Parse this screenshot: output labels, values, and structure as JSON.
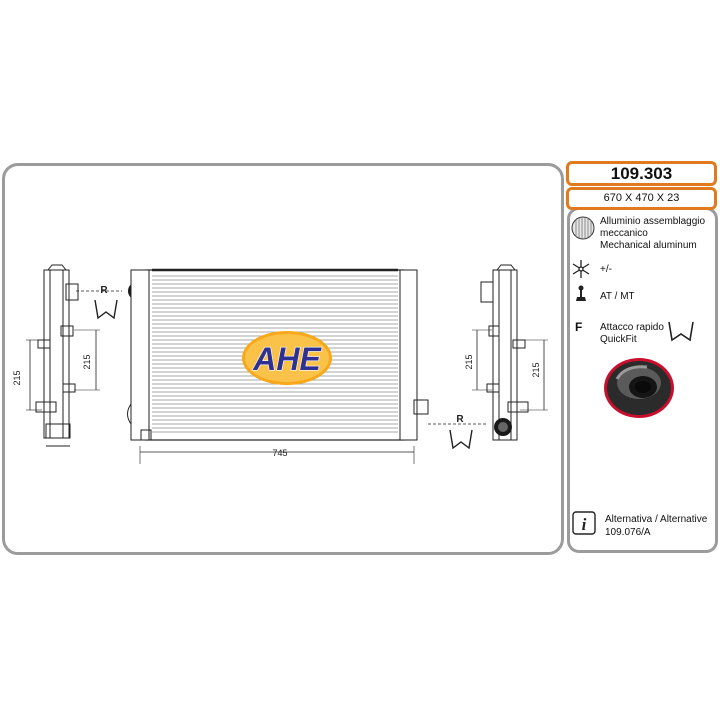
{
  "product": {
    "code": "109.303",
    "dimensions": "670 X 470 X 23"
  },
  "brand": {
    "logo_text": "AHE",
    "colors": {
      "logo_fill": "#2e3192",
      "logo_bg": "#f7a81b",
      "accent_border": "#e07a1f",
      "panel_border": "#9b9b9b"
    }
  },
  "drawing": {
    "core_width_label": "745",
    "left_view": {
      "dim_a": "215",
      "dim_b": "215",
      "flag": "R"
    },
    "right_view": {
      "dim_a": "215",
      "dim_b": "215",
      "flag": "R"
    }
  },
  "legend": {
    "material_line1": "Alluminio assemblaggio",
    "material_line2": "meccanico",
    "material_line3": "Mechanical aluminum",
    "ac_label": "+/-",
    "transmission_label": "AT / MT",
    "fitting_letter": "F",
    "fitting_line1": "Attacco rapido",
    "fitting_line2": "QuickFit",
    "alternative_line1": "Alternativa / Alternative",
    "alternative_line2": "109.076/A",
    "icons": [
      "material-icon",
      "snowflake-icon",
      "gear-lever-icon",
      "quickfit-clip-icon",
      "info-icon"
    ]
  }
}
